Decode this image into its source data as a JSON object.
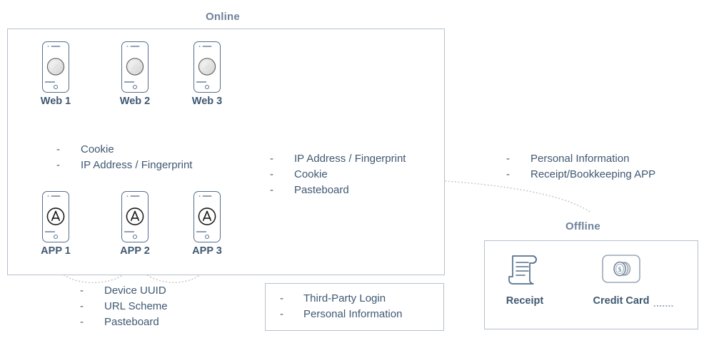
{
  "online": {
    "title": "Online",
    "devices": [
      {
        "label": "Web 1",
        "icon": "safari-compass-icon"
      },
      {
        "label": "Web 2",
        "icon": "safari-compass-icon"
      },
      {
        "label": "Web 3",
        "icon": "safari-compass-icon"
      },
      {
        "label": "APP 1",
        "icon": "app-store-icon"
      },
      {
        "label": "APP 2",
        "icon": "app-store-icon"
      },
      {
        "label": "APP 3",
        "icon": "app-store-icon"
      }
    ],
    "web_list": {
      "dash": "-",
      "items": [
        "Cookie",
        "IP Address / Fingerprint"
      ]
    },
    "center_list": {
      "dash": "-",
      "items": [
        "IP Address / Fingerprint",
        "Cookie",
        "Pasteboard"
      ]
    },
    "app_list": {
      "dash": "-",
      "items": [
        "Device UUID",
        "URL Scheme",
        "Pasteboard"
      ]
    },
    "third_party_list": {
      "dash": "-",
      "items": [
        "Third-Party Login",
        "Personal Information"
      ]
    }
  },
  "bridge_list": {
    "dash": "-",
    "items": [
      "Personal Information",
      "Receipt/Bookkeeping APP"
    ]
  },
  "offline": {
    "title": "Offline",
    "items": [
      {
        "label": "Receipt",
        "icon": "receipt-scroll-icon"
      },
      {
        "label": "Credit Card",
        "icon": "credit-card-coins-icon"
      }
    ],
    "ellipsis": "......."
  },
  "colors": {
    "heading": "#6e8299",
    "body_text": "#3f5871",
    "panel_border": "#b6c0cc",
    "icon_stroke": "#55708c",
    "connector": "#c9c9c9"
  }
}
